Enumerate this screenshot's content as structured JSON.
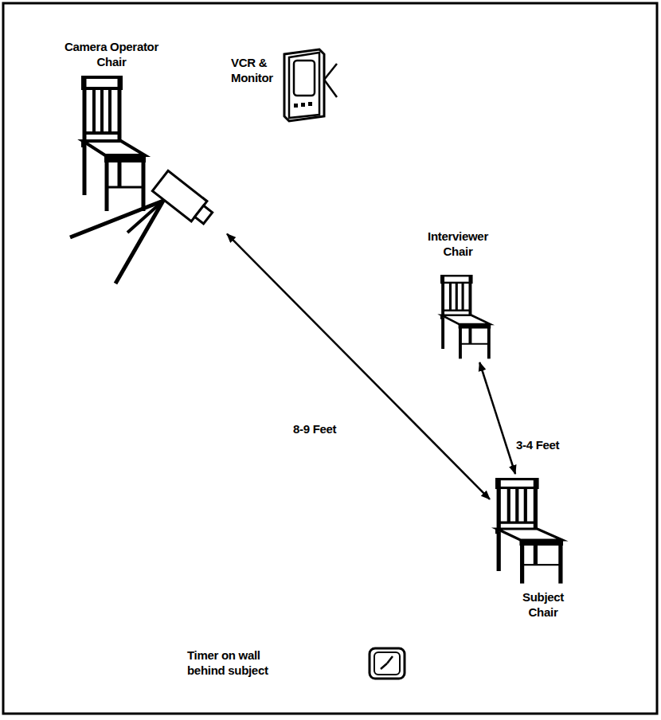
{
  "diagram": {
    "nodes": [
      {
        "text": [
          "Camera Operator Chair"
        ]
      },
      {
        "text": [
          "VCR & Monitor"
        ]
      },
      {
        "text": [
          "Interviewer Chair"
        ]
      },
      {
        "text": [
          "Subject Chair"
        ]
      },
      {
        "text": [
          "Timer on wall behind subject"
        ]
      }
    ],
    "edges": [
      {
        "from": 0,
        "to": 3,
        "arrow": "both",
        "label": "8-9 Feet"
      },
      {
        "from": 2,
        "to": 3,
        "arrow": "both",
        "label": "3-4 Feet"
      }
    ]
  }
}
